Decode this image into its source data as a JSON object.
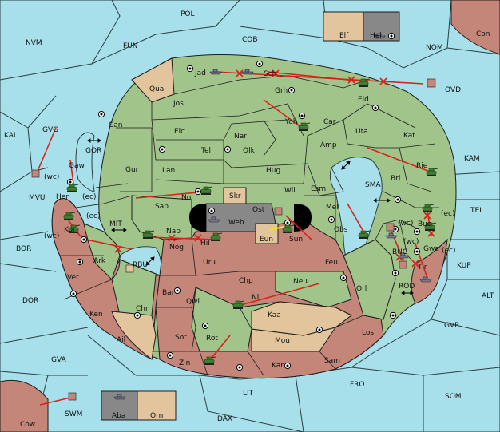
{
  "board": {
    "provinces": [
      {
        "id": "POL",
        "label": "POL"
      },
      {
        "id": "NVM",
        "label": "NVM"
      },
      {
        "id": "FUN",
        "label": "FUN"
      },
      {
        "id": "COB",
        "label": "COB"
      },
      {
        "id": "NOM",
        "label": "NOM"
      },
      {
        "id": "Elf",
        "label": "Elf"
      },
      {
        "id": "Hel",
        "label": "Hel"
      },
      {
        "id": "Con",
        "label": "Con"
      },
      {
        "id": "Jad",
        "label": "Jad"
      },
      {
        "id": "Sch",
        "label": "Sch"
      },
      {
        "id": "OVD",
        "label": "OVD"
      },
      {
        "id": "Qua",
        "label": "Qua"
      },
      {
        "id": "Jos",
        "label": "Jos"
      },
      {
        "id": "Grh",
        "label": "Grh"
      },
      {
        "id": "Eld",
        "label": "Eld"
      },
      {
        "id": "KAL",
        "label": "KAL"
      },
      {
        "id": "GVG",
        "label": "GVG"
      },
      {
        "id": "Can",
        "label": "Can"
      },
      {
        "id": "Elc",
        "label": "Elc"
      },
      {
        "id": "Nar",
        "label": "Nar"
      },
      {
        "id": "Yoh",
        "label": "Yoh"
      },
      {
        "id": "Car",
        "label": "Car"
      },
      {
        "id": "Uta",
        "label": "Uta"
      },
      {
        "id": "Kat",
        "label": "Kat"
      },
      {
        "id": "GOR",
        "label": "GOR"
      },
      {
        "id": "Tel",
        "label": "Tel"
      },
      {
        "id": "Olk",
        "label": "Olk"
      },
      {
        "id": "Amp",
        "label": "Amp"
      },
      {
        "id": "KAM",
        "label": "KAM"
      },
      {
        "id": "Gaw",
        "label": "Gaw"
      },
      {
        "id": "Gur",
        "label": "Gur"
      },
      {
        "id": "Lan",
        "label": "Lan"
      },
      {
        "id": "Hug",
        "label": "Hug"
      },
      {
        "id": "Rie",
        "label": "Rie"
      },
      {
        "id": "MVU",
        "label": "MVU"
      },
      {
        "id": "Bri",
        "label": "Bri"
      },
      {
        "id": "Her",
        "label": "Her"
      },
      {
        "id": "Nor",
        "label": "Nor"
      },
      {
        "id": "Skr",
        "label": "Skr"
      },
      {
        "id": "Wil",
        "label": "Wil"
      },
      {
        "id": "Esm",
        "label": "Esm"
      },
      {
        "id": "SMA",
        "label": "SMA"
      },
      {
        "id": "Sap",
        "label": "Sap"
      },
      {
        "id": "Web",
        "label": "Web"
      },
      {
        "id": "Ost",
        "label": "Ost"
      },
      {
        "id": "Mel",
        "label": "Mel"
      },
      {
        "id": "TEI",
        "label": "TEI"
      },
      {
        "id": "MIT",
        "label": "MIT"
      },
      {
        "id": "Kor",
        "label": "Kor"
      },
      {
        "id": "Nab",
        "label": "Nab"
      },
      {
        "id": "Eun",
        "label": "Eun"
      },
      {
        "id": "Sun",
        "label": "Sun"
      },
      {
        "id": "Obs",
        "label": "Obs"
      },
      {
        "id": "Bue",
        "label": "Bue"
      },
      {
        "id": "BOR",
        "label": "BOR"
      },
      {
        "id": "Ark",
        "label": "Ark"
      },
      {
        "id": "RBU",
        "label": "RBU"
      },
      {
        "id": "Nog",
        "label": "Nog"
      },
      {
        "id": "Hil",
        "label": "Hil"
      },
      {
        "id": "Gwa",
        "label": "Gwa"
      },
      {
        "id": "BUC",
        "label": "BUC"
      },
      {
        "id": "KUP",
        "label": "KUP"
      },
      {
        "id": "Uru",
        "label": "Uru"
      },
      {
        "id": "Feu",
        "label": "Feu"
      },
      {
        "id": "Tir",
        "label": "Tir"
      },
      {
        "id": "Ver",
        "label": "Ver"
      },
      {
        "id": "Chp",
        "label": "Chp"
      },
      {
        "id": "Neu",
        "label": "Neu"
      },
      {
        "id": "ROD",
        "label": "ROD"
      },
      {
        "id": "DOR",
        "label": "DOR"
      },
      {
        "id": "Bar",
        "label": "Bar"
      },
      {
        "id": "Qwi",
        "label": "Qwi"
      },
      {
        "id": "Nil",
        "label": "Nil"
      },
      {
        "id": "Orl",
        "label": "Orl"
      },
      {
        "id": "ALT",
        "label": "ALT"
      },
      {
        "id": "Ken",
        "label": "Ken"
      },
      {
        "id": "Chr",
        "label": "Chr"
      },
      {
        "id": "Kaa",
        "label": "Kaa"
      },
      {
        "id": "GVP",
        "label": "GVP"
      },
      {
        "id": "Ail",
        "label": "Ail"
      },
      {
        "id": "Sot",
        "label": "Sot"
      },
      {
        "id": "Rot",
        "label": "Rot"
      },
      {
        "id": "Mou",
        "label": "Mou"
      },
      {
        "id": "Los",
        "label": "Los"
      },
      {
        "id": "GVA",
        "label": "GVA"
      },
      {
        "id": "Sam",
        "label": "Sam"
      },
      {
        "id": "Zin",
        "label": "Zin"
      },
      {
        "id": "Kar",
        "label": "Kar"
      },
      {
        "id": "FRO",
        "label": "FRO"
      },
      {
        "id": "LIT",
        "label": "LIT"
      },
      {
        "id": "SOM",
        "label": "SOM"
      },
      {
        "id": "SWM",
        "label": "SWM"
      },
      {
        "id": "Aba",
        "label": "Aba"
      },
      {
        "id": "Orn",
        "label": "Orn"
      },
      {
        "id": "Cow",
        "label": "Cow"
      },
      {
        "id": "DAX",
        "label": "DAX"
      }
    ],
    "coast_labels": {
      "gvg_wc": "(wc)",
      "her_ec": "(ec)",
      "kor_ec": "(ec)",
      "kor_wc": "(wc)",
      "bue_wc": "(wc)",
      "bue_ec": "(ec)",
      "gwa_wc": "(wc)",
      "gwa_ec": "(ec)"
    },
    "ownership_colors": {
      "green": "#a1c48b",
      "red": "#c38679",
      "neutral": "#e2c59c",
      "sea": "#a7dfea",
      "grey": "#888888",
      "order": "#d8231c"
    }
  }
}
